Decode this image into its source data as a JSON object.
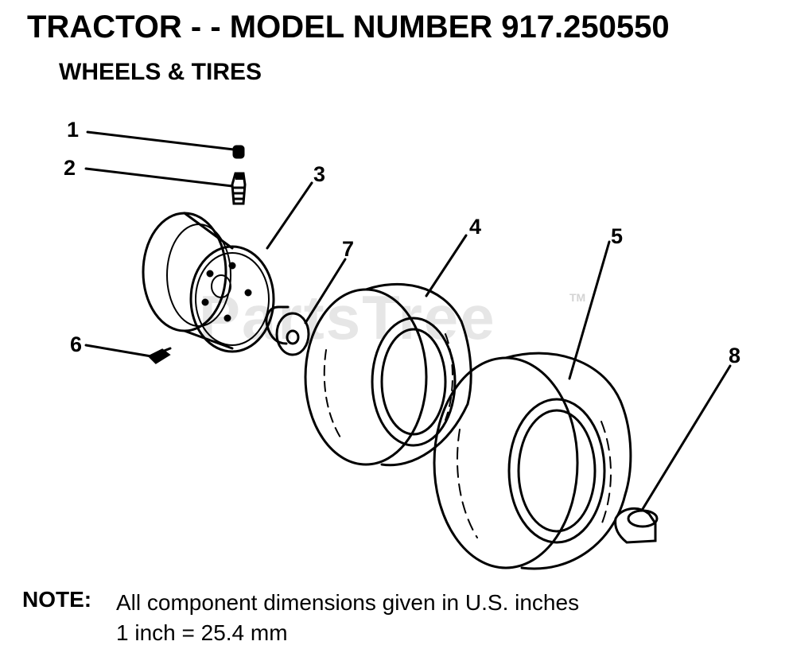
{
  "header": {
    "title": "TRACTOR - - MODEL NUMBER 917.250550",
    "subtitle": "WHEELS & TIRES"
  },
  "watermark": {
    "text": "PartsTree",
    "trademark": "TM"
  },
  "callouts": {
    "c1": "1",
    "c2": "2",
    "c3": "3",
    "c4": "4",
    "c5": "5",
    "c6": "6",
    "c7": "7",
    "c8": "8"
  },
  "note": {
    "label": "NOTE:",
    "line1": "All component dimensions given in U.S. inches",
    "line2": "1 inch = 25.4 mm"
  },
  "colors": {
    "ink": "#000000",
    "watermark": "#e6e6e6",
    "background": "#ffffff"
  }
}
